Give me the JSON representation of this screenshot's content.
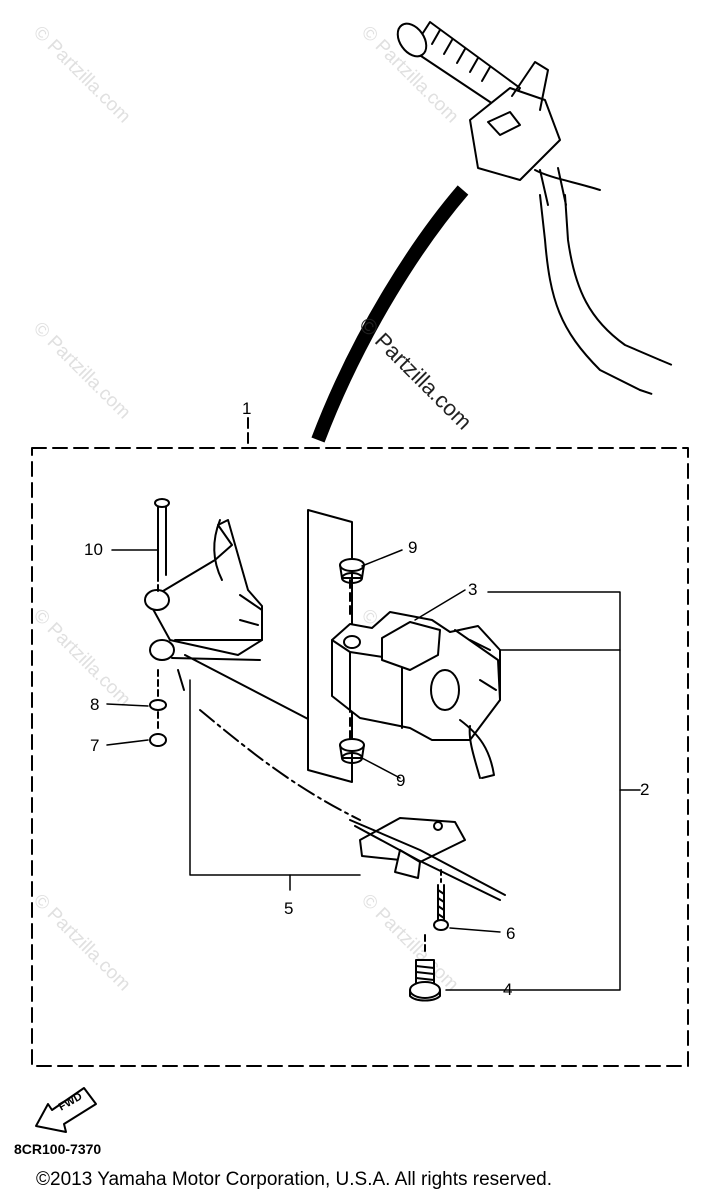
{
  "watermark": "© Partzilla.com",
  "callouts": {
    "c1": "1",
    "c2": "2",
    "c3": "3",
    "c4": "4",
    "c5": "5",
    "c6": "6",
    "c7": "7",
    "c8": "8",
    "c9a": "9",
    "c9b": "9",
    "c10": "10"
  },
  "fwd_label": "FWD",
  "diagram_code": "8CR100-7370",
  "copyright": "©2013  Yamaha Motor Corporation, U.S.A. All rights reserved."
}
